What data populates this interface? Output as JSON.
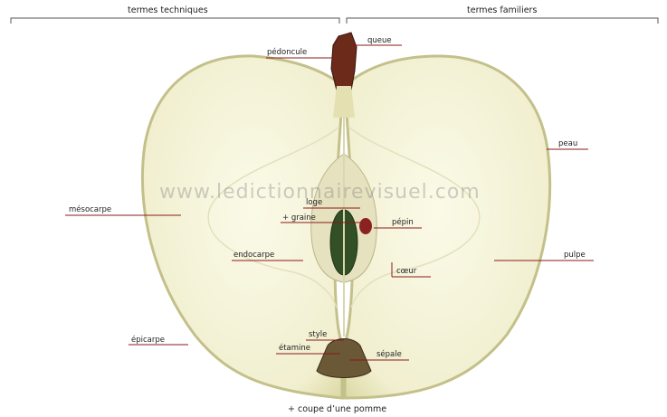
{
  "headers": {
    "left": "termes techniques",
    "right": "termes familiers"
  },
  "labels": {
    "pedoncule": "pédoncule",
    "queue": "queue",
    "peau": "peau",
    "mesocarpe": "mésocarpe",
    "loge": "loge",
    "graine": "graine",
    "pepin": "pépin",
    "endocarpe": "endocarpe",
    "coeur": "cœur",
    "pulpe": "pulpe",
    "style": "style",
    "etamine": "étamine",
    "epicarpe": "épicarpe",
    "sepale": "sépale"
  },
  "caption": "coupe d’une pomme",
  "watermark": "www.ledictionnairevisuel.com",
  "colors": {
    "leader": "#8b1a1a",
    "flesh": "#f3f1d2",
    "skin": "#c9c796",
    "seed": "#2f4a23"
  }
}
